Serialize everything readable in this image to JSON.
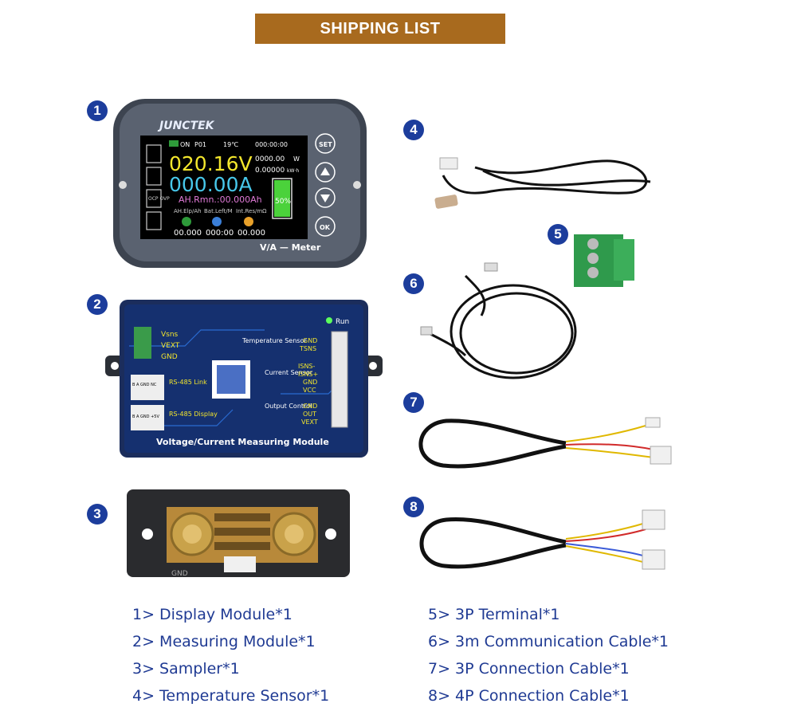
{
  "banner": {
    "title": "SHIPPING LIST"
  },
  "badges": [
    "1",
    "2",
    "3",
    "4",
    "5",
    "6",
    "7",
    "8"
  ],
  "display_module": {
    "brand": "JUNCTEK",
    "status_on": "ON",
    "profile": "P01",
    "temperature": "19℃",
    "time": "000:00:00",
    "voltage": "020.16V",
    "current": "000.00A",
    "power": "0000.00",
    "power_unit": "W",
    "energy": "0.00000",
    "energy_unit": "kW·h",
    "remaining": "AH.Rmn.:00.000Ah",
    "battery_percent": "50%",
    "col_labels": [
      "AH.Elp/Ah",
      "Bat.Left/M",
      "Int.Res/mΩ"
    ],
    "col_values": [
      "00.000",
      "000:00",
      "00.000"
    ],
    "side_labels": [
      "OCP OVP"
    ],
    "btn_set": "SET",
    "btn_ok": "OK",
    "footer": "V/A — Meter"
  },
  "measuring_module": {
    "run": "Run",
    "vsns": "Vsns",
    "vext": "VEXT",
    "gnd": "GND",
    "rs485_link": "RS-485 Link",
    "rs485_display": "RS-485 Display",
    "link_pins": "B A GND NC",
    "display_pins": "B A GND +5V",
    "temp_sensor": "Temperature Sensor",
    "current_sensor": "Current Sensor",
    "output_control": "Output Control",
    "temp_pins": [
      "GND",
      "TSNS"
    ],
    "current_pins": [
      "ISNS-",
      "ISNS+",
      "GND",
      "VCC"
    ],
    "output_pins": [
      "GND",
      "OUT",
      "VEXT"
    ],
    "title": "Voltage/Current Measuring Module"
  },
  "sampler": {
    "label": "GND"
  },
  "list_left": [
    "1> Display Module*1",
    "2> Measuring Module*1",
    "3> Sampler*1",
    "4> Temperature Sensor*1"
  ],
  "list_right": [
    "5> 3P Terminal*1",
    "6> 3m Communication Cable*1",
    "7> 3P Connection Cable*1",
    "8> 4P Connection Cable*1"
  ],
  "colors": {
    "banner": "#a86a1e",
    "badge": "#1c3d9c",
    "list_text": "#1f3a93"
  }
}
